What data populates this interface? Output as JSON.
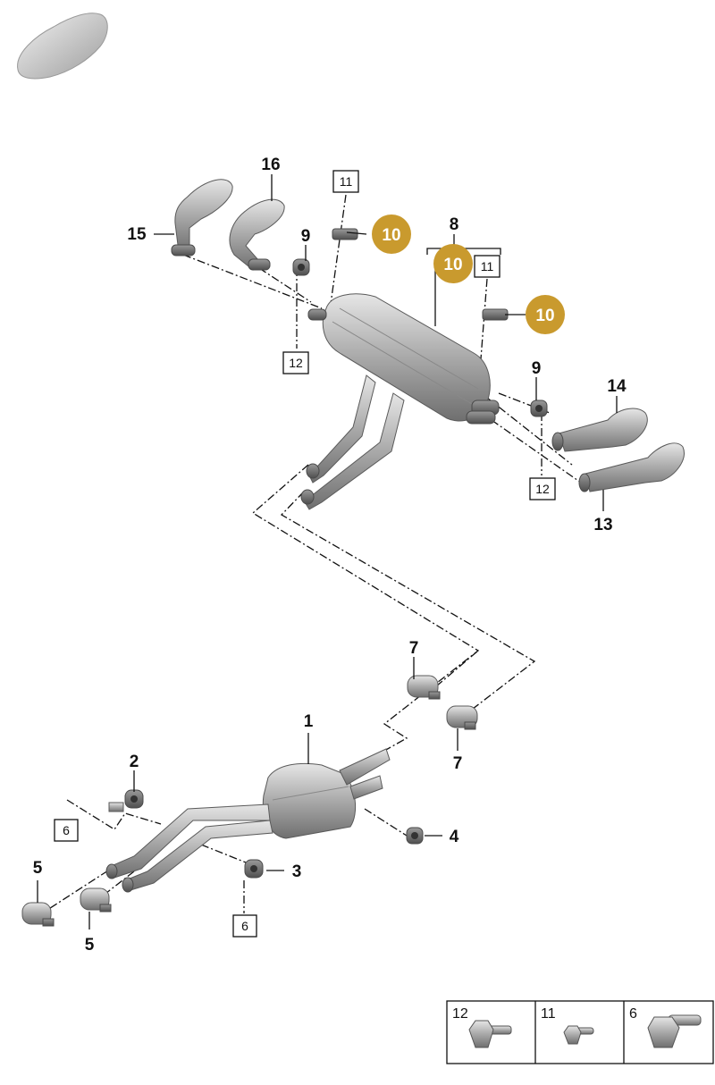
{
  "callouts": {
    "p1": "1",
    "p2": "2",
    "p3": "3",
    "p4": "4",
    "p5a": "5",
    "p5b": "5",
    "p7a": "7",
    "p7b": "7",
    "p8": "8",
    "p9a": "9",
    "p9b": "9",
    "p13": "13",
    "p14": "14",
    "p15": "15",
    "p16": "16"
  },
  "boxed_refs": {
    "r11a": "11",
    "r11b": "11",
    "r12a": "12",
    "r12b": "12",
    "r6a": "6",
    "r6b": "6"
  },
  "highlighted": {
    "h10a": "10",
    "h10b": "10",
    "h10c": "10",
    "color": "#C99A2E"
  },
  "legend": {
    "items": [
      {
        "label": "12",
        "icon": "large-flange-bolt-icon"
      },
      {
        "label": "11",
        "icon": "small-flange-bolt-icon"
      },
      {
        "label": "6",
        "icon": "hex-bolt-icon"
      }
    ]
  },
  "thumbnail": {
    "icon": "car-silhouette-icon"
  }
}
